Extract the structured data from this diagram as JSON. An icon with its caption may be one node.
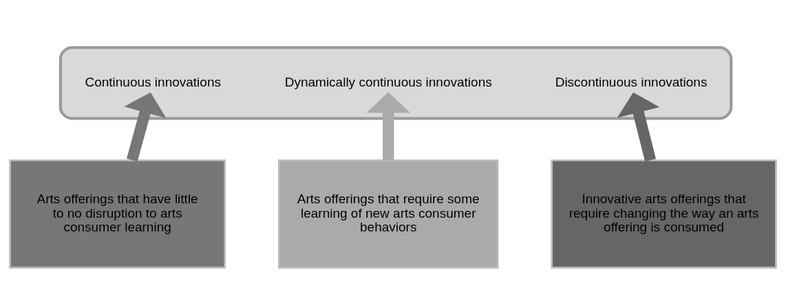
{
  "diagram": {
    "nodes": [
      {
        "text": [],
        "shape": "arrow"
      },
      {
        "text": [
          "Continuous innovations"
        ],
        "in": 0
      },
      {
        "text": [
          "Dynamically continuous innovations"
        ],
        "in": 0
      },
      {
        "text": [
          "Discontinuous innovations"
        ],
        "in": 0
      },
      {
        "text": [
          "Arts offerings that have little to no disruption to arts consumer learning"
        ]
      },
      {
        "text": [
          "Arts offerings that require some learning of new arts consumer behaviors"
        ]
      },
      {
        "text": [
          "Innovative arts offerings that require changing the way an arts offering is consumed"
        ]
      }
    ],
    "edges": [
      {
        "from": 4,
        "to": 1,
        "arrow": "to",
        "color": "#777777"
      },
      {
        "from": 5,
        "to": 2,
        "arrow": "to",
        "color": "#aaaaaa"
      },
      {
        "from": 6,
        "to": 3,
        "arrow": "to",
        "color": "#666666"
      }
    ]
  }
}
